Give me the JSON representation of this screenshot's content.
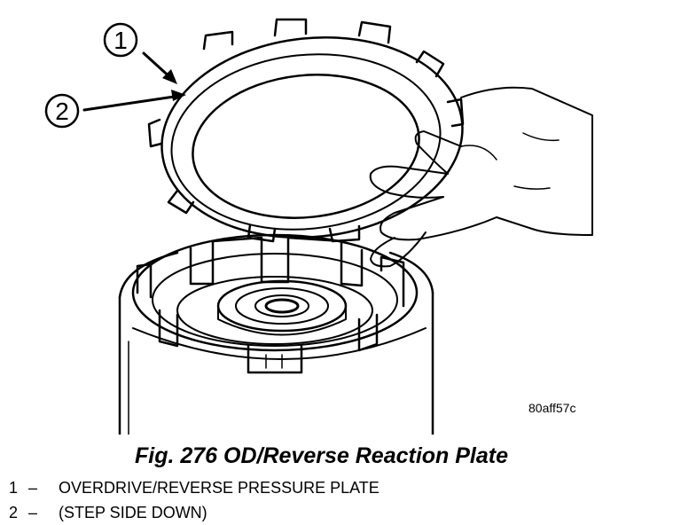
{
  "callouts": [
    {
      "number": "1"
    },
    {
      "number": "2"
    }
  ],
  "image_code": "80aff57c",
  "figure": {
    "caption": "Fig. 276 OD/Reverse Reaction Plate"
  },
  "legend": [
    {
      "number": "1",
      "dash": "–",
      "text": "OVERDRIVE/REVERSE PRESSURE PLATE"
    },
    {
      "number": "2",
      "dash": "–",
      "text": "(STEP SIDE DOWN)"
    }
  ],
  "colors": {
    "ink": "#000000",
    "paper": "#ffffff"
  }
}
